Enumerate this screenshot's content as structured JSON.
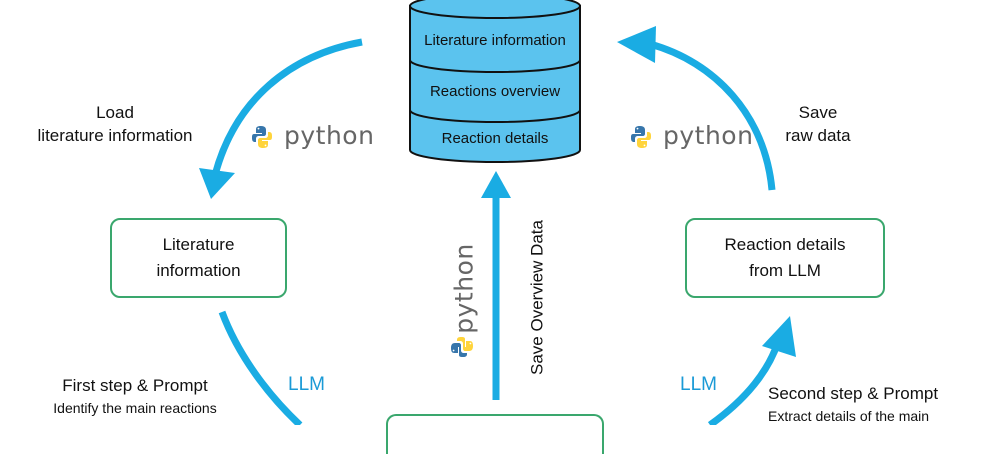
{
  "database": {
    "rows": [
      "Literature information",
      "Reactions overview",
      "Reaction details"
    ]
  },
  "boxes": {
    "left": {
      "line1": "Literature",
      "line2": "information"
    },
    "right": {
      "line1": "Reaction details",
      "line2": "from LLM"
    }
  },
  "labels": {
    "load_line1": "Load",
    "load_line2": "literature information",
    "save_line1": "Save",
    "save_line2": "raw data",
    "save_overview": "Save Overview Data",
    "first_step": "First step & Prompt",
    "first_sub": "Identify the main reactions",
    "second_step": "Second step & Prompt",
    "second_sub": "Extract details of the main",
    "llm_left": "LLM",
    "llm_right": "LLM",
    "python_word": "python"
  },
  "colors": {
    "arrow": "#1aace3",
    "box_border": "#3aa76d",
    "db_fill": "#5bc3ee",
    "python_blue": "#3776ab",
    "python_yellow": "#ffd43b"
  }
}
